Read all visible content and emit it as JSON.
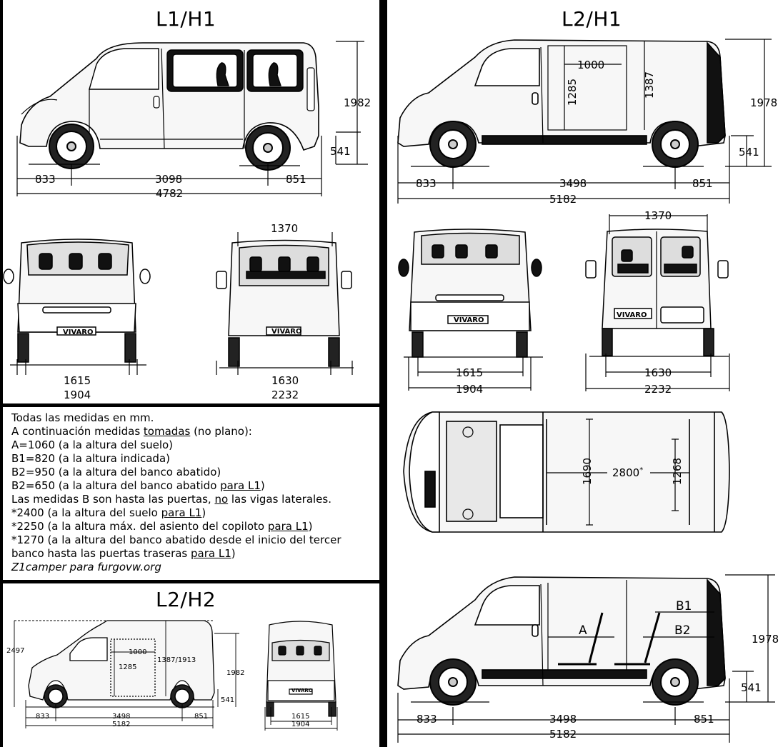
{
  "titles": {
    "l1h1": "L1/H1",
    "l2h1": "L2/H1",
    "l2h2": "L2/H2"
  },
  "l1h1": {
    "side": {
      "total_height": "1982",
      "floor_height": "541",
      "front_overhang": "833",
      "wheelbase": "3098",
      "rear_overhang": "851",
      "total_length": "4782"
    },
    "front": {
      "track": "1615",
      "width": "1904",
      "plate": "VIVARO"
    },
    "rear": {
      "opening": "1370",
      "track": "1630",
      "width": "2232",
      "plate": "VIVARO"
    }
  },
  "l2h1": {
    "side": {
      "door_width": "1000",
      "door_height": "1285",
      "cargo_height": "1387",
      "total_height": "1978",
      "floor_height": "541",
      "front_overhang": "833",
      "wheelbase": "3498",
      "rear_overhang": "851",
      "total_length": "5182"
    },
    "front": {
      "track": "1615",
      "width": "1904",
      "plate": "VIVARO"
    },
    "rear": {
      "opening": "1370",
      "track": "1630",
      "width": "2232",
      "plate": "VIVARO"
    },
    "top": {
      "width_a": "1690",
      "length": "2800",
      "length_mark": "*",
      "width_b": "1268"
    },
    "measured": {
      "label_a": "A",
      "label_b1": "B1",
      "label_b2": "B2",
      "total_height": "1978",
      "floor_height": "541",
      "front_overhang": "833",
      "wheelbase": "3498",
      "rear_overhang": "851",
      "total_length": "5182"
    }
  },
  "l2h2": {
    "side": {
      "total_height": "2497",
      "door_width": "1000",
      "door_height": "1285",
      "cargo_height": "1387/1913",
      "roof_height": "1982",
      "floor_height": "541",
      "front_overhang": "833",
      "wheelbase": "3498",
      "rear_overhang": "851",
      "total_length": "5182"
    },
    "front": {
      "track": "1615",
      "width": "1904",
      "plate": "VIVARO"
    }
  },
  "notes": {
    "line1": "Todas las medidas en mm.",
    "line2_pre": "A continuación medidas ",
    "line2_u": "tomadas",
    "line2_post": " (no plano):",
    "line3": "A=1060 (a la altura del suelo)",
    "line4": "B1=820 (a la altura indicada)",
    "line5": "B2=950 (a la altura del banco abatido)",
    "line6_pre": "B2=650 (a la altura del banco abatido ",
    "line6_u": "para L1",
    "line6_post": ")",
    "line7_pre": "Las medidas B son hasta las puertas, ",
    "line7_u": "no",
    "line7_post": " las vigas laterales.",
    "line8_pre": "*2400 (a la altura del suelo ",
    "line8_u": "para L1",
    "line8_post": ")",
    "line9_pre": "*2250 (a la altura máx. del asiento del copiloto ",
    "line9_u": "para L1",
    "line9_post": ")",
    "line10": "*1270 (a la altura del banco abatido desde el inicio del tercer",
    "line11_pre": "banco hasta las puertas traseras ",
    "line11_u": "para L1",
    "line11_post": ")",
    "credit": "Z1camper para furgovw.org"
  },
  "colors": {
    "ink": "#000000",
    "paper": "#ffffff",
    "body_fill": "#f7f7f7",
    "glass": "#d8d8d8",
    "dark": "#1a1a1a"
  }
}
